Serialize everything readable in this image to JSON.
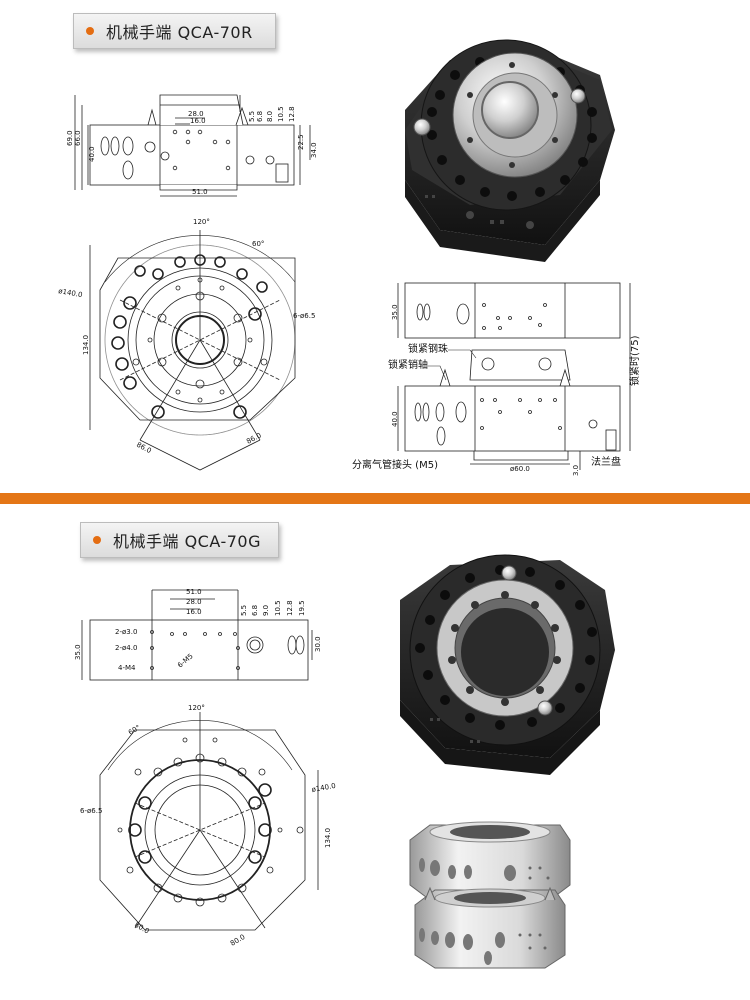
{
  "sections": [
    {
      "title": "机械手端  QCA-70R",
      "side_view": {
        "dims_h": [
          "28.0",
          "16.0",
          "51.0"
        ],
        "dims_v_right": [
          "5.5",
          "6.8",
          "8.0",
          "10.5",
          "12.8",
          "22.5",
          "34.0"
        ],
        "dims_v_left": [
          "69.0",
          "66.0",
          "40.0"
        ]
      },
      "top_view": {
        "angle": "120°",
        "angle_small": "60°",
        "diameter": "ø140.0",
        "holes": "6-ø6.5",
        "height": "134.0",
        "chord_left": "86.0",
        "chord_right": "86.0"
      },
      "lock_view": {
        "dim_top": "35.0",
        "dim_bottom": "40.0",
        "dim_width": "ø60.0",
        "dim_gap": "3.0",
        "label_ball": "锁紧钢珠",
        "label_pin": "锁紧销轴",
        "label_locked": "锁紧时(75)",
        "label_connector": "分离气管接头 (M5)",
        "label_flange": "法兰盘"
      }
    },
    {
      "title": "机械手端  QCA-70G",
      "side_view": {
        "dims_h": [
          "51.0",
          "28.0",
          "16.0"
        ],
        "dims_v_right": [
          "5.5",
          "6.8",
          "9.0",
          "10.5",
          "12.8",
          "19.5"
        ],
        "dim_left": "35.0",
        "dim_right": "30.0",
        "callouts": [
          "2-ø3.0",
          "2-ø4.0",
          "4-M4",
          "6-M5"
        ]
      },
      "top_view": {
        "angle": "120°",
        "angle_small": "60°",
        "diameter": "ø140.0",
        "holes": "6-ø6.5",
        "height": "134.0",
        "chord_left": "80.0",
        "chord_right": "80.0"
      }
    }
  ],
  "colors": {
    "accent": "#e46d12",
    "divider": "#e47616",
    "metal_dark": "#2a2a2a",
    "metal_silver": "#c9c9c9"
  }
}
